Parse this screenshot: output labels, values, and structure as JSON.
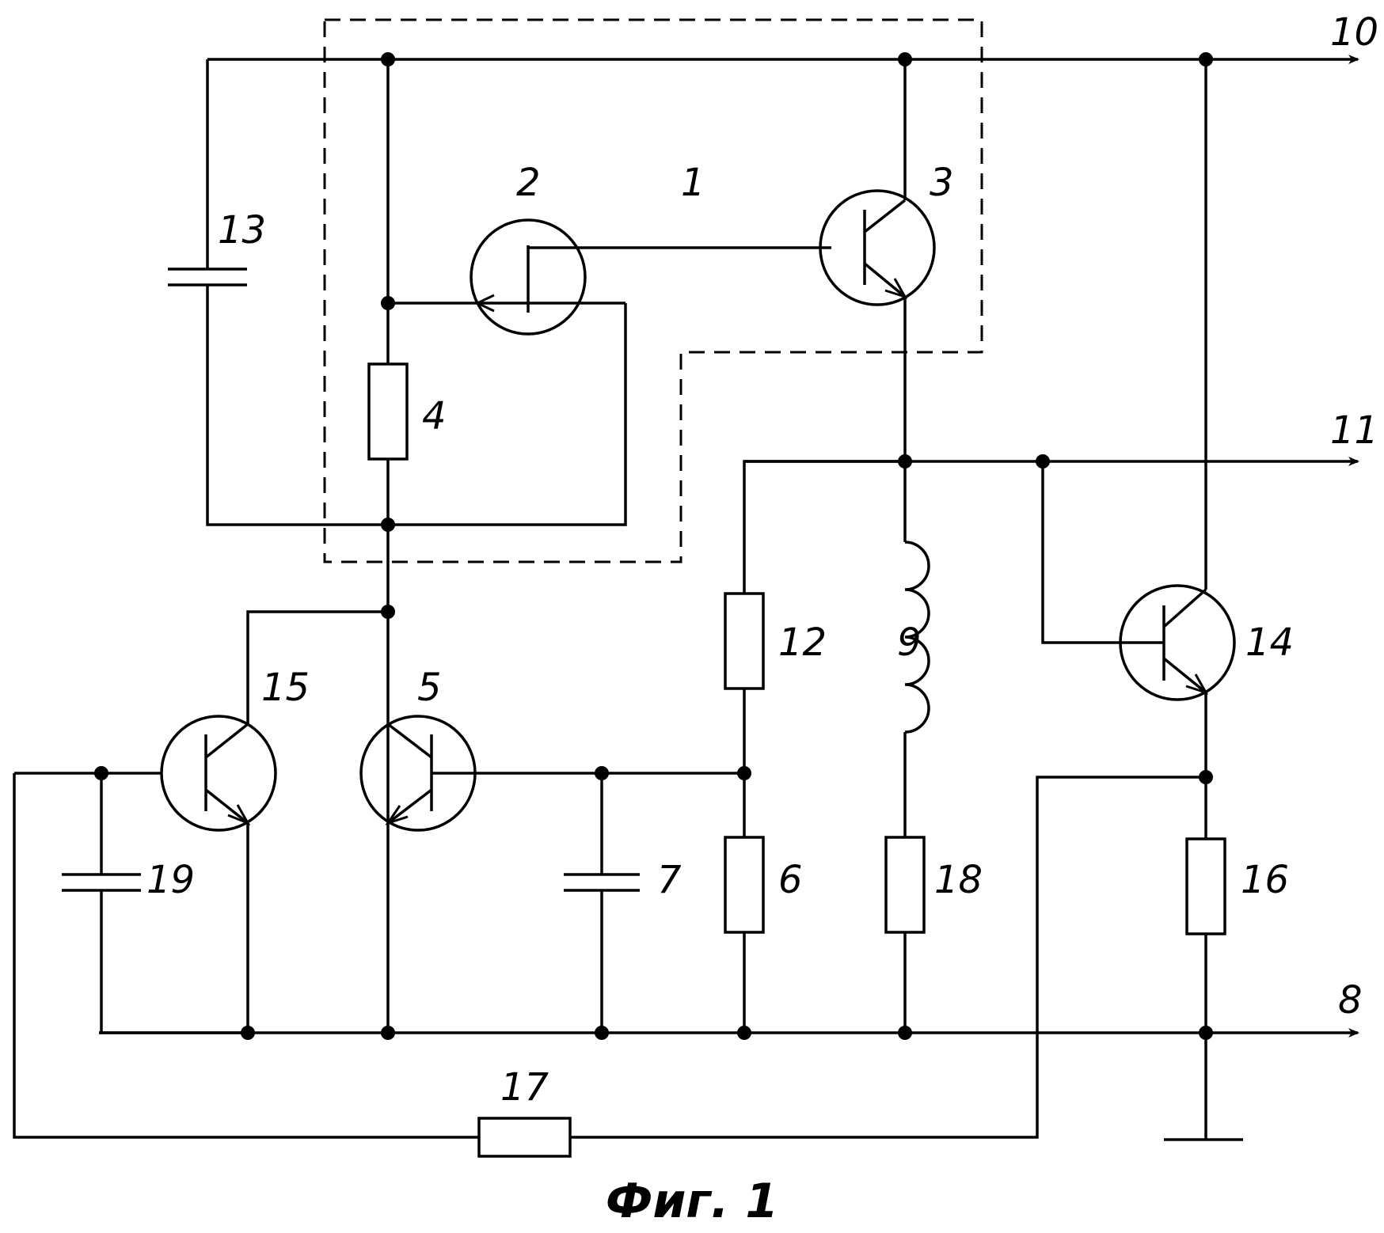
{
  "labels": {
    "block": "1",
    "fet": "2",
    "t3": "3",
    "r4": "4",
    "t5": "5",
    "r6": "6",
    "c7": "7",
    "out_8": "8",
    "l9": "9",
    "out_10": "10",
    "out_11": "11",
    "r12": "12",
    "c13": "13",
    "t14": "14",
    "t15": "15",
    "r16": "16",
    "r17": "17",
    "r18": "18",
    "c19": "19"
  },
  "caption": "Фиг. 1"
}
